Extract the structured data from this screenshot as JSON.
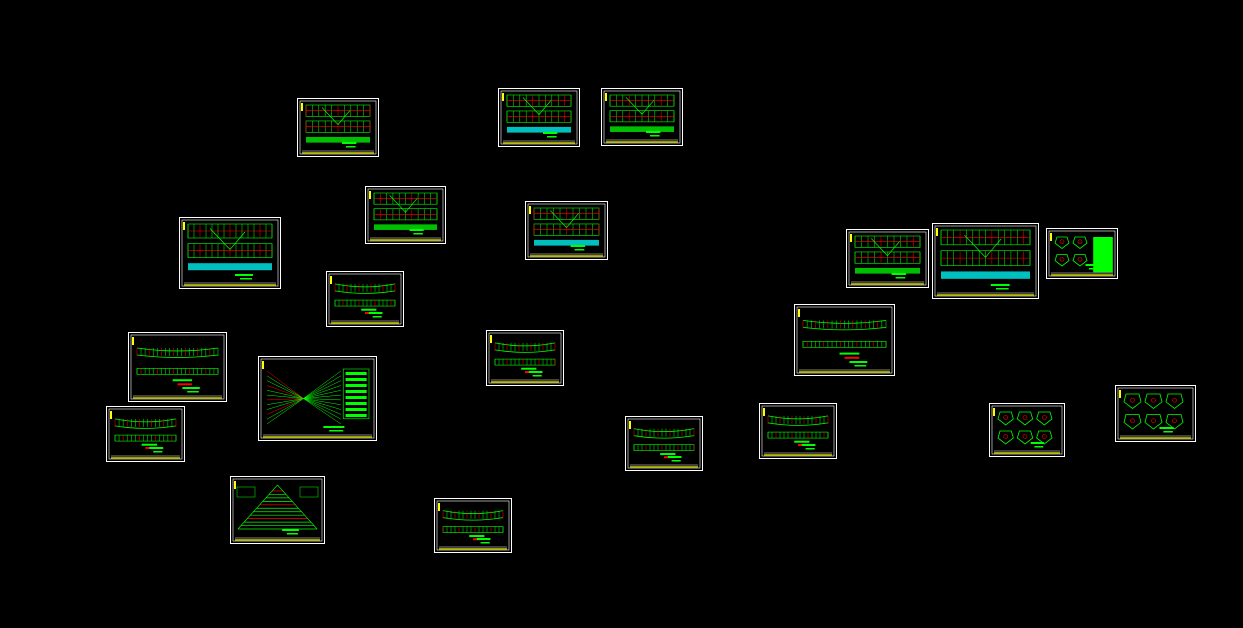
{
  "viewport": {
    "background": "#000000"
  },
  "colors": {
    "border": "#ffffff",
    "primary": "#00ff00",
    "secondary": "#ff0000",
    "accent": "#ffff00",
    "rebar": "#00ffff"
  },
  "sheets": [
    {
      "id": "sheet-01",
      "kind": "bridge-elevation"
    },
    {
      "id": "sheet-02",
      "kind": "bridge-elevation"
    },
    {
      "id": "sheet-03",
      "kind": "bridge-elevation"
    },
    {
      "id": "sheet-04",
      "kind": "bridge-elevation"
    },
    {
      "id": "sheet-05",
      "kind": "bridge-elevation"
    },
    {
      "id": "sheet-06",
      "kind": "bridge-elevation"
    },
    {
      "id": "sheet-07",
      "kind": "beam-profile"
    },
    {
      "id": "sheet-08",
      "kind": "beam-profile"
    },
    {
      "id": "sheet-09",
      "kind": "fan-diagram"
    },
    {
      "id": "sheet-10",
      "kind": "beam-profile"
    },
    {
      "id": "sheet-11",
      "kind": "beam-profile"
    },
    {
      "id": "sheet-12",
      "kind": "triangle-diagram"
    },
    {
      "id": "sheet-13",
      "kind": "beam-profile"
    },
    {
      "id": "sheet-14",
      "kind": "beam-profile"
    },
    {
      "id": "sheet-15",
      "kind": "beam-profile"
    },
    {
      "id": "sheet-16",
      "kind": "beam-profile"
    },
    {
      "id": "sheet-17",
      "kind": "bridge-elevation"
    },
    {
      "id": "sheet-18",
      "kind": "bridge-elevation"
    },
    {
      "id": "sheet-19",
      "kind": "section-details"
    },
    {
      "id": "sheet-20",
      "kind": "section-details"
    },
    {
      "id": "sheet-21",
      "kind": "section-details"
    }
  ]
}
